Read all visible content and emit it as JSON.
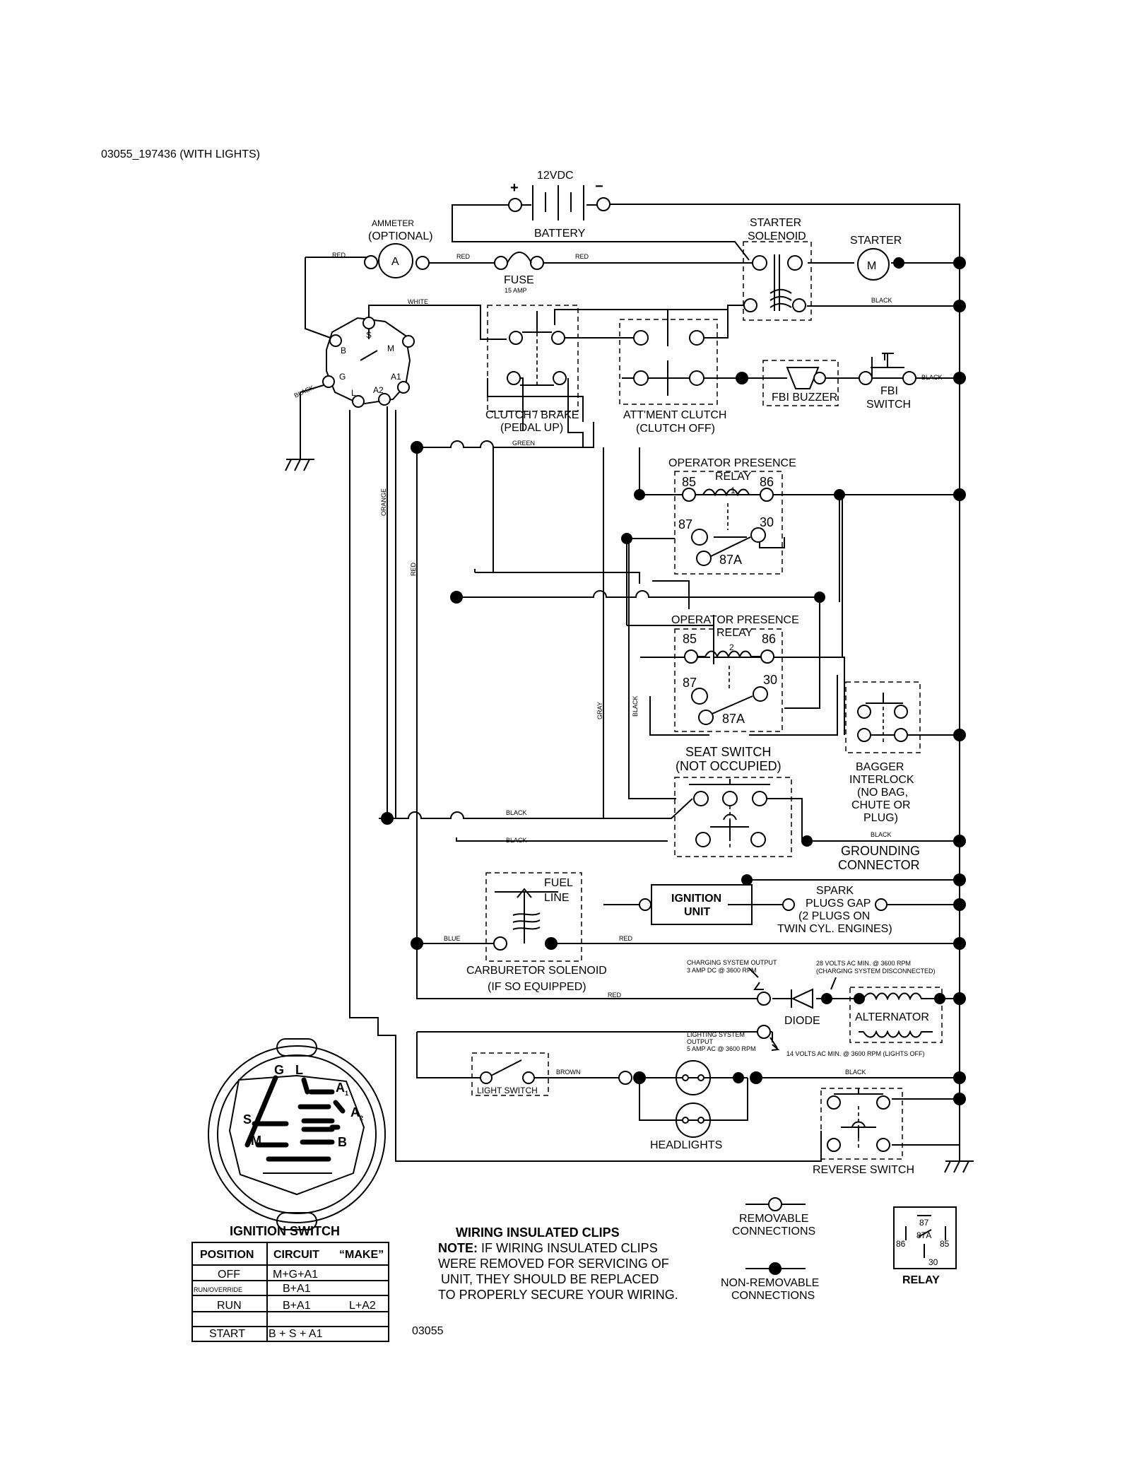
{
  "header": {
    "title": "03055_197436 (WITH LIGHTS)"
  },
  "battery": {
    "voltage": "12VDC",
    "plus": "+",
    "minus": "−",
    "label": "BATTERY"
  },
  "ammeter": {
    "label1": "AMMETER",
    "label2": "(OPTIONAL)",
    "symbol": "A"
  },
  "fuse": {
    "label": "FUSE",
    "rating": "15 AMP"
  },
  "starter_solenoid": {
    "label1": "STARTER",
    "label2": "SOLENOID"
  },
  "starter": {
    "label": "STARTER",
    "symbol": "M"
  },
  "wire_colors": {
    "red": "RED",
    "white": "WHITE",
    "black": "BLACK",
    "green": "GREEN",
    "orange": "ORANGE",
    "gray": "GRAY",
    "blue": "BLUE",
    "brown": "BROWN"
  },
  "ignition_terminals": {
    "s": "S",
    "b": "B",
    "m": "M",
    "g": "G",
    "l": "L",
    "a2": "A2",
    "a1": "A1"
  },
  "clutch_brake": {
    "label1": "CLUTCH / BRAKE",
    "label2": "(PEDAL UP)"
  },
  "attment_clutch": {
    "label1": "ATT'MENT CLUTCH",
    "label2": "(CLUTCH OFF)"
  },
  "fbi_buzzer": {
    "label": "FBI BUZZER"
  },
  "fbi_switch": {
    "label1": "FBI",
    "label2": "SWITCH"
  },
  "relay1": {
    "label1": "OPERATOR PRESENCE",
    "label2": "RELAY",
    "number": "1",
    "pin85": "85",
    "pin86": "86",
    "pin87": "87",
    "pin30": "30",
    "pin87a": "87A"
  },
  "relay2": {
    "label1": "OPERATOR PRESENCE",
    "label2": "RELAY",
    "number": "2",
    "pin85": "85",
    "pin86": "86",
    "pin87": "87",
    "pin30": "30",
    "pin87a": "87A"
  },
  "seat_switch": {
    "label1": "SEAT SWITCH",
    "label2": "(NOT OCCUPIED)"
  },
  "bagger": {
    "l1": "BAGGER",
    "l2": "INTERLOCK",
    "l3": "(NO BAG,",
    "l4": "CHUTE OR",
    "l5": "PLUG)"
  },
  "grounding": {
    "label1": "GROUNDING",
    "label2": "CONNECTOR"
  },
  "ignition_unit": {
    "label1": "IGNITION",
    "label2": "UNIT"
  },
  "spark": {
    "l1": "SPARK",
    "l2": "PLUGS GAP",
    "l3": "(2 PLUGS ON",
    "l4": "TWIN CYL. ENGINES)"
  },
  "fuel": {
    "l1": "FUEL",
    "l2": "LINE"
  },
  "carb": {
    "label1": "CARBURETOR SOLENOID",
    "label2": "(IF SO EQUIPPED)"
  },
  "charging": {
    "out1": "CHARGING SYSTEM OUTPUT",
    "out2": "3 AMP DC @ 3600 RPM",
    "min1": "28 VOLTS AC MIN. @ 3600 RPM",
    "min2": "(CHARGING SYSTEM DISCONNECTED)"
  },
  "diode": {
    "label": "DIODE"
  },
  "alternator": {
    "label": "ALTERNATOR"
  },
  "lighting": {
    "out1": "LIGHTING SYSTEM",
    "out2": "OUTPUT",
    "out3": "5 AMP AC @ 3600 RPM",
    "min": "14 VOLTS AC MIN. @ 3600 RPM (LIGHTS OFF)"
  },
  "light_switch": {
    "label": "LIGHT SWITCH"
  },
  "headlights": {
    "label": "HEADLIGHTS"
  },
  "reverse_switch": {
    "label": "REVERSE SWITCH"
  },
  "ignition_switch": {
    "title": "IGNITION SWITCH",
    "pins": {
      "g": "G",
      "l": "L",
      "a1": "A",
      "a1sub": "1",
      "a2": "A",
      "a2sub": "2",
      "s": "S",
      "m": "M",
      "b": "B"
    },
    "table": {
      "headers": [
        "POSITION",
        "CIRCUIT",
        "“MAKE”"
      ],
      "rows": [
        [
          "OFF",
          "M+G+A1",
          ""
        ],
        [
          "RUN/OVERRIDE",
          "B+A1",
          ""
        ],
        [
          "RUN",
          "B+A1",
          "L+A2"
        ],
        [
          "START",
          "B + S + A1",
          ""
        ]
      ]
    }
  },
  "notes": {
    "clips_title": "WIRING INSULATED CLIPS",
    "note_bold": "NOTE:",
    "line1": " IF WIRING INSULATED CLIPS",
    "line2": "WERE REMOVED FOR SERVICING OF",
    "line3": "UNIT, THEY SHOULD BE REPLACED",
    "line4": "TO PROPERLY SECURE YOUR WIRING."
  },
  "legend": {
    "removable1": "REMOVABLE",
    "removable2": "CONNECTIONS",
    "nonremovable1": "NON-REMOVABLE",
    "nonremovable2": "CONNECTIONS"
  },
  "relay_legend": {
    "label": "RELAY",
    "p87": "87",
    "p87a": "87A",
    "p86": "86",
    "p85": "85",
    "p30": "30"
  },
  "footer_code": "03055"
}
